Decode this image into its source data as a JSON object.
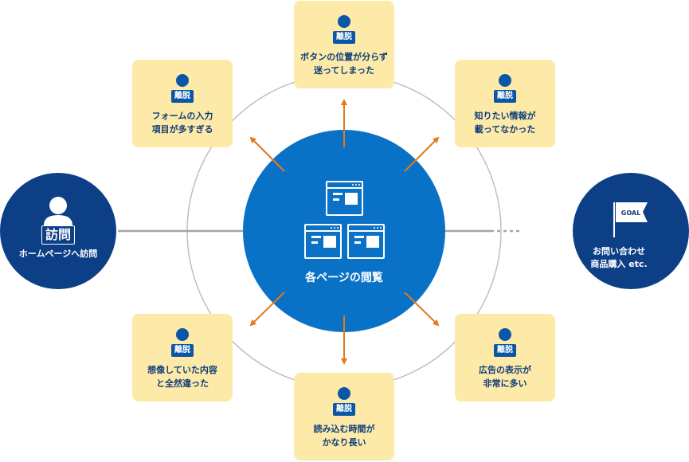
{
  "start": {
    "badge": "訪問",
    "label": "ホームページへ訪問"
  },
  "center": {
    "label": "各ページの閲覧"
  },
  "goal": {
    "flag_text": "GOAL",
    "line1": "お問い合わせ",
    "line2": "商品購入 etc."
  },
  "exit_badge": "離脱",
  "exits": [
    {
      "id": "top",
      "line1": "ボタンの位置が分らず",
      "line2": "迷ってしまった"
    },
    {
      "id": "top-right",
      "line1": "知りたい情報が",
      "line2": "載ってなかった"
    },
    {
      "id": "bottom-right",
      "line1": "広告の表示が",
      "line2": "非常に多い"
    },
    {
      "id": "bottom",
      "line1": "読み込む時間が",
      "line2": "かなり長い"
    },
    {
      "id": "bottom-left",
      "line1": "想像していた内容",
      "line2": "と全然違った"
    },
    {
      "id": "top-left",
      "line1": "フォームの入力",
      "line2": "項目が多すぎる"
    }
  ],
  "colors": {
    "center_fill": "#0a72c6",
    "navy": "#0c3f86",
    "card_fill": "#fde9a8",
    "badge": "#0a57a8",
    "arrow": "#e07a1a",
    "ring": "#bfbfbf",
    "connector": "#a6a6a6"
  },
  "icons": [
    "person-icon",
    "browser-window-icon",
    "goal-flag-icon",
    "arrow-icon"
  ]
}
